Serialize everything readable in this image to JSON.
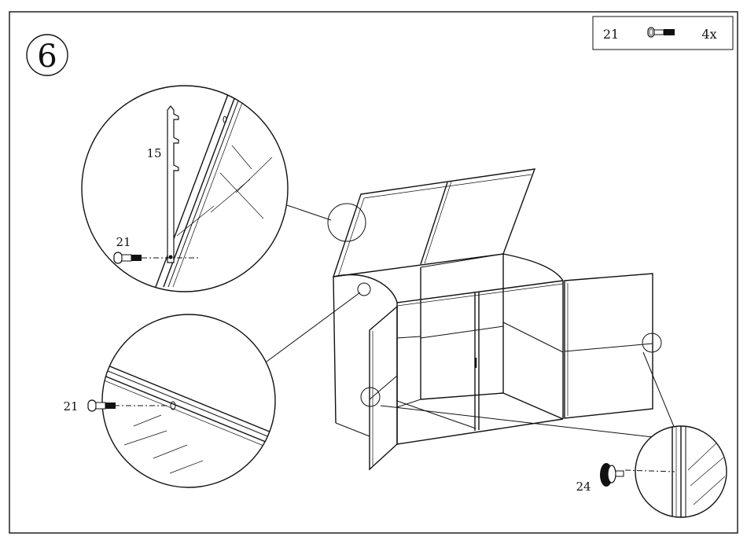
{
  "step_number": "6",
  "parts_box": {
    "part_number": "21",
    "part_icon": "bolt-icon",
    "quantity": "4x"
  },
  "callouts": {
    "detail_top_part": "15",
    "detail_top_bolt": "21",
    "detail_middle_bolt": "21",
    "knob": "24"
  }
}
